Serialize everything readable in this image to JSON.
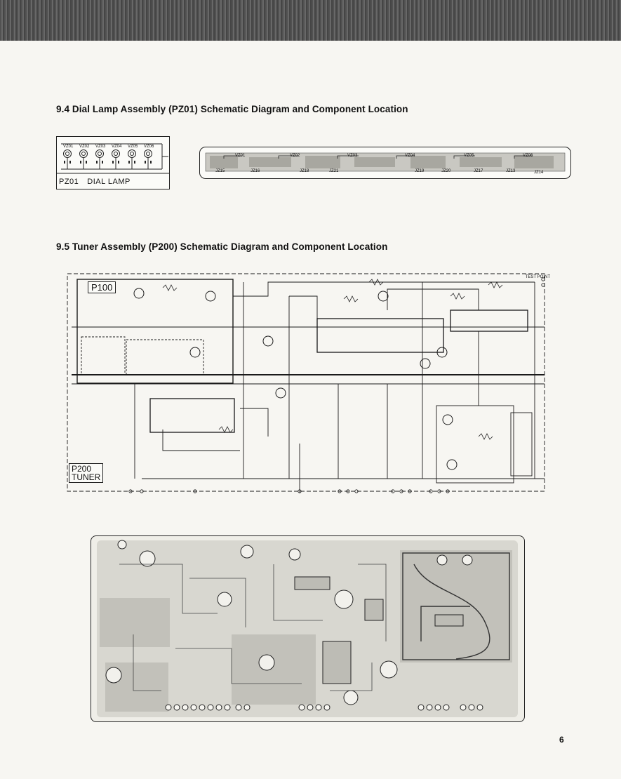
{
  "section_94": {
    "title": "9.4 Dial Lamp Assembly (PZ01) Schematic Diagram and Component Location",
    "board_label": "PZ01",
    "board_label_suffix": "DIAL LAMP",
    "lamps": [
      "VZ01",
      "VZ02",
      "VZ03",
      "VZ04",
      "VZ05",
      "VZ06"
    ],
    "strip_lamps": [
      "VZ01",
      "VZ02",
      "VZ03",
      "VZ04",
      "VZ05",
      "VZ06"
    ],
    "strip_jacks": [
      "JZ15",
      "JZ16",
      "JZ18",
      "JZ21",
      "JZ19",
      "JZ20",
      "JZ17",
      "JZ13",
      "JZ14"
    ]
  },
  "section_95": {
    "title": "9.5 Tuner Assembly (P200) Schematic Diagram and Component Location",
    "subboard_label": "P100",
    "board_label_line1": "P200",
    "board_label_line2": "TUNER",
    "test_point": "TEST POINT"
  },
  "page_number": "6"
}
